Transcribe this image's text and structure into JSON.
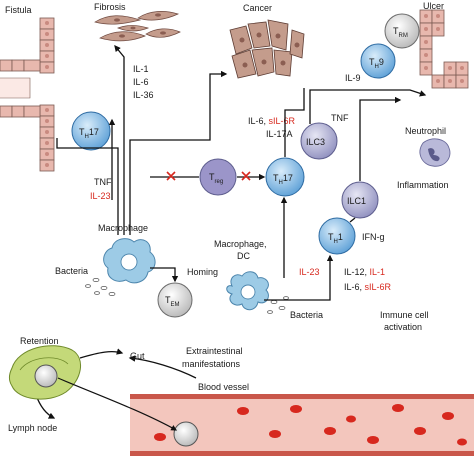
{
  "labels": {
    "fistula": "Fistula",
    "fibrosis": "Fibrosis",
    "cancer": "Cancer",
    "ulcer": "Ulcer",
    "il1": "IL-1",
    "il6": "IL-6",
    "il36": "IL-36",
    "il6_sil6r_il17a_line1_black": "IL-6, ",
    "sil6r_red": "sIL-6R",
    "il17a": "IL-17A",
    "tnf_top": "TNF",
    "il9": "IL-9",
    "neutrophil": "Neutrophil",
    "inflammation": "Inflammation",
    "tnf_left": "TNF",
    "il23_left": "IL-23",
    "macrophage": "Macrophage",
    "bacteria_left": "Bacteria",
    "homing": "Homing",
    "macrophage_dc": "Macrophage,",
    "dc": "DC",
    "il23_mid": "IL-23",
    "bacteria_mid": "Bacteria",
    "ifng": "IFN-g",
    "il12": "IL-12, ",
    "il1_red": "IL-1",
    "il6_b": "IL-6, ",
    "sil6r_b_red": "sIL-6R",
    "immune_cell": "Immune cell",
    "activation": "activation",
    "retention": "Retention",
    "gut": "Gut",
    "extraintestinal": "Extraintestinal",
    "manifestations": "manifestations",
    "blood_vessel": "Blood vessel",
    "lymph_node": "Lymph node"
  },
  "cells": {
    "th17_left": {
      "main": "T",
      "sub": "H",
      "tail": "17"
    },
    "treg": {
      "main": "T",
      "sub": "reg",
      "tail": ""
    },
    "th17_mid": {
      "main": "T",
      "sub": "H",
      "tail": "17"
    },
    "ilc3": {
      "main": "ILC3",
      "sub": "",
      "tail": ""
    },
    "trm": {
      "main": "T",
      "sub": "RM",
      "tail": ""
    },
    "th9": {
      "main": "T",
      "sub": "H",
      "tail": "9"
    },
    "ilc1": {
      "main": "ILC1",
      "sub": "",
      "tail": ""
    },
    "th1": {
      "main": "T",
      "sub": "H",
      "tail": "1"
    },
    "tem": {
      "main": "T",
      "sub": "EM",
      "tail": ""
    }
  },
  "colors": {
    "red_text": "#d7281e",
    "th_blue": "#5b9fd6",
    "ilc_purple": "#8f8fbe",
    "treg_lilac": "#9b95c9",
    "macrophage_blue": "#9dcbe6",
    "epithelium": "#e8b8ae",
    "cancer_cell": "#c49c8c",
    "vessel": "#e8a59c",
    "lymph_node_green": "#c4d979",
    "inhibit_red": "#d7281e"
  }
}
